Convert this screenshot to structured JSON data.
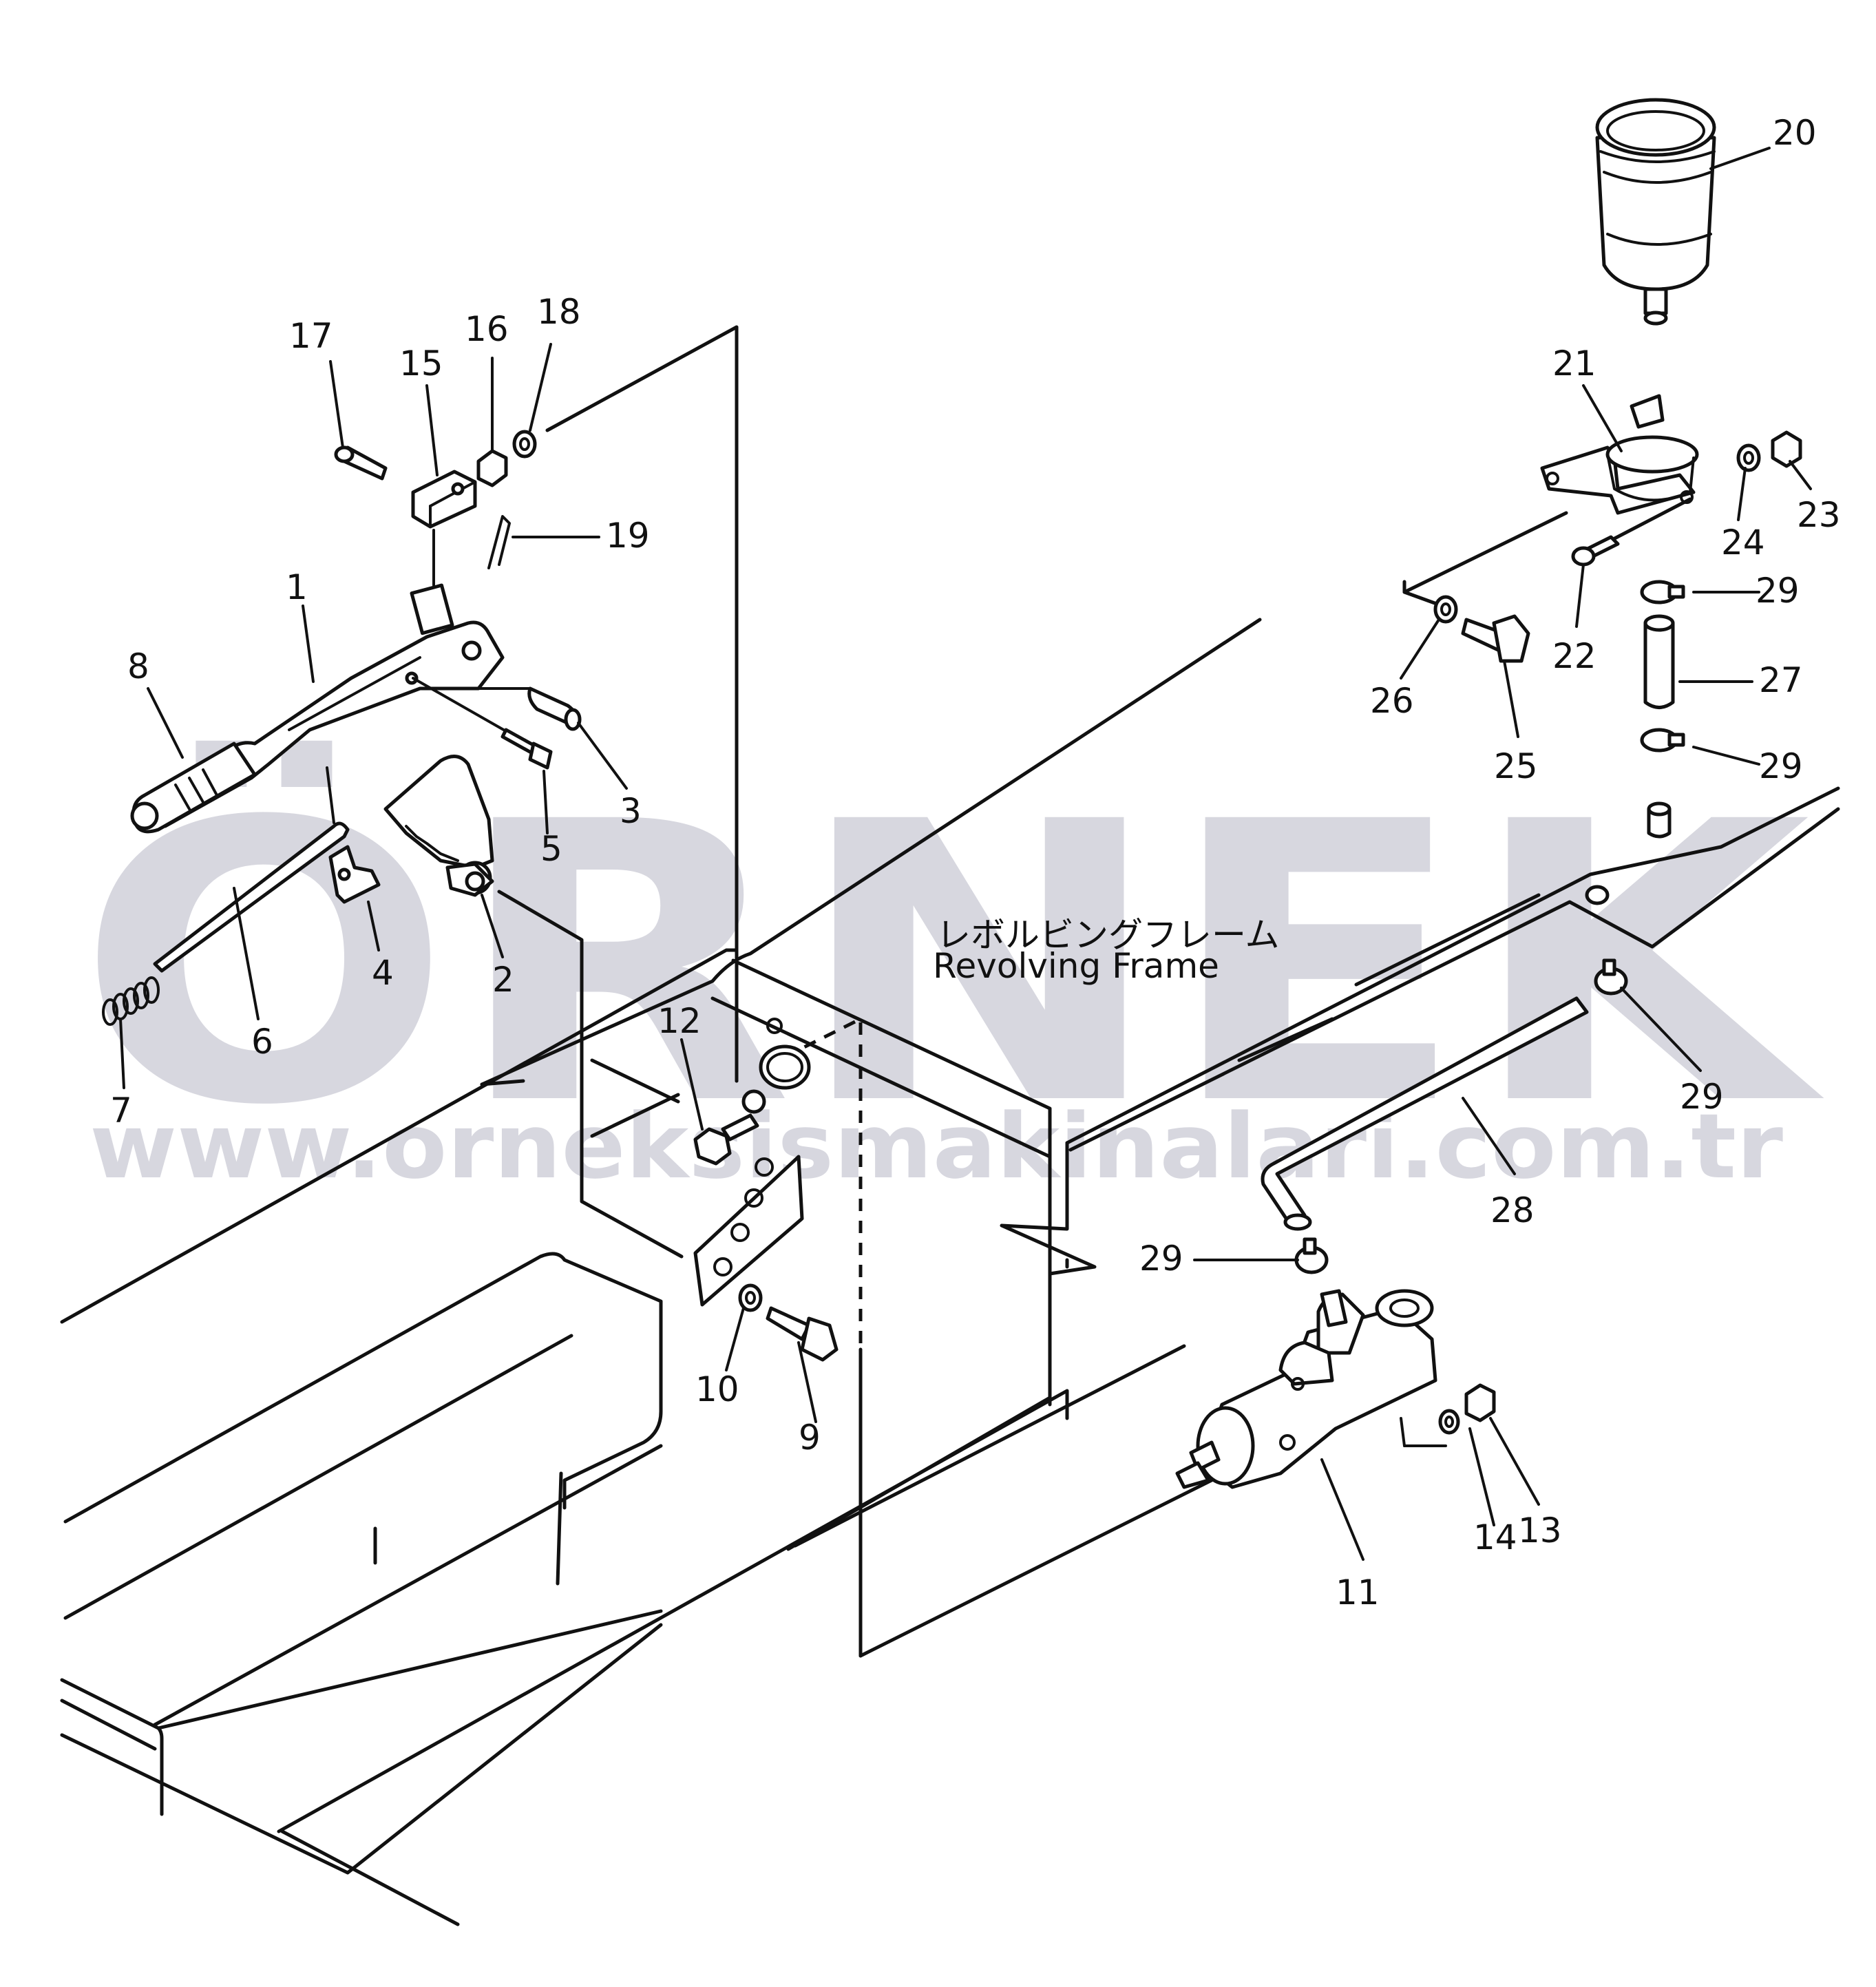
{
  "watermark": {
    "brand": "ÖRNEK",
    "url": "www.orneksismakinalari.com.tr",
    "color": "#b8b8c6"
  },
  "frame_label": {
    "japanese": "レボルビングフレーム",
    "english": "Revolving Frame"
  },
  "callouts": {
    "p1": "1",
    "p2": "2",
    "p3": "3",
    "p4": "4",
    "p5": "5",
    "p6": "6",
    "p7": "7",
    "p8": "8",
    "p9": "9",
    "p10": "10",
    "p11": "11",
    "p12": "12",
    "p13": "13",
    "p14": "14",
    "p15": "15",
    "p16": "16",
    "p17": "17",
    "p18": "18",
    "p19": "19",
    "p20": "20",
    "p21": "21",
    "p22": "22",
    "p23": "23",
    "p24": "24",
    "p25": "25",
    "p26": "26",
    "p27": "27",
    "p28": "28",
    "p29": "29"
  }
}
